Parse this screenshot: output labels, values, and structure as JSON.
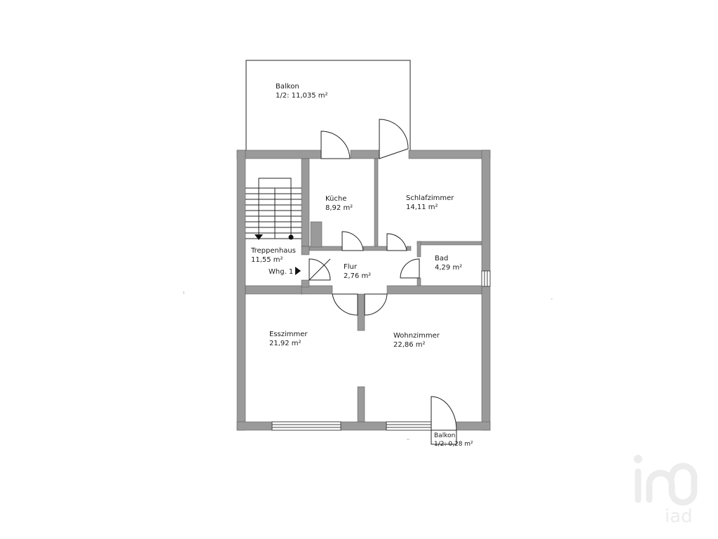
{
  "rooms": {
    "balkon_top": {
      "name": "Balkon",
      "area": "1/2: 11,035 m²"
    },
    "kueche": {
      "name": "Küche",
      "area": "8,92 m²"
    },
    "schlafzimmer": {
      "name": "Schlafzimmer",
      "area": "14,11 m²"
    },
    "treppenhaus": {
      "name": "Treppenhaus",
      "area": "11,55 m²"
    },
    "whg": {
      "name": "Whg. 1"
    },
    "flur": {
      "name": "Flur",
      "area": "2,76 m²"
    },
    "bad": {
      "name": "Bad",
      "area": "4,29 m²"
    },
    "esszimmer": {
      "name": "Esszimmer",
      "area": "21,92 m²"
    },
    "wohnzimmer": {
      "name": "Wohnzimmer",
      "area": "22,86 m²"
    },
    "balkon_bottom": {
      "name": "Balkon",
      "area": "1/2: 0,28 m²"
    }
  },
  "logo": {
    "text": "iad",
    "icon": "iad-logo-watermark"
  },
  "colors": {
    "wall": "#9a9a9a",
    "line": "#222222",
    "logo": "#ececec"
  }
}
